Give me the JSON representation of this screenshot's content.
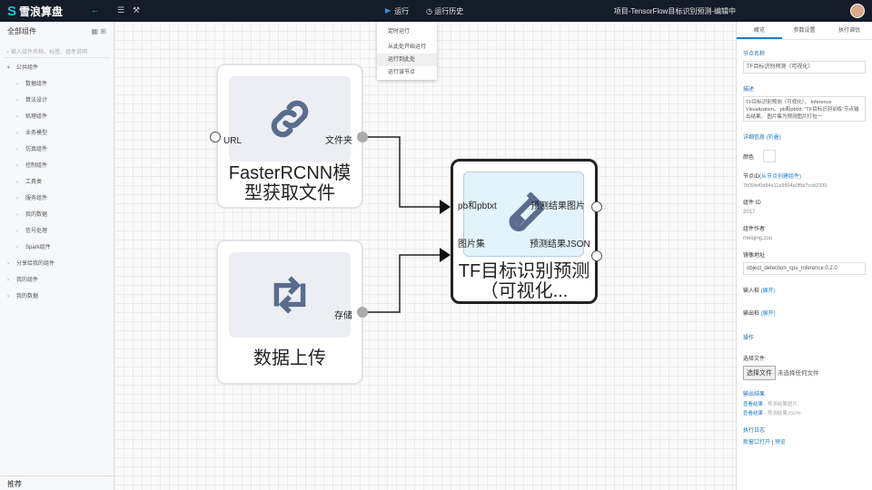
{
  "top": {
    "logo": "雪浪算盘",
    "run": "运行",
    "history": "运行历史",
    "title": "项目-TensorFlow目标识别预测-编辑中"
  },
  "run_menu": [
    "定时运行",
    "从此处开始运行",
    "运行到此处",
    "运行该节点"
  ],
  "sidebar": {
    "header": "全部组件",
    "search_placeholder": "输入组件名称、标签、组件说明",
    "root": "公共组件",
    "items": [
      "数据组件",
      "算法设计",
      "机理组件",
      "业务模型",
      "仿真组件",
      "控制组件",
      "工具类",
      "服务组件",
      "我的数据",
      "信号处理",
      "Spark组件"
    ],
    "others": [
      "分享给我的组件",
      "我的组件",
      "我的数据"
    ],
    "bottom": "推荐"
  },
  "nodes": {
    "n1": {
      "label": "FasterRCNN模型获取文件",
      "in": "URL",
      "out": "文件夹"
    },
    "n2": {
      "label": "数据上传",
      "out": "存储"
    },
    "n3": {
      "label": "TF目标识别预测（可视化...",
      "in1": "pb和pbtxt",
      "in2": "图片集",
      "out1": "预测结果图片",
      "out2": "预测结果JSON"
    }
  },
  "panel": {
    "tabs": [
      "概览",
      "参数设置",
      "执行调优"
    ],
    "name_label": "节点名称",
    "name": "TF目标识别预测（可视化）",
    "desc_label": "描述",
    "desc": "TF目标识别预测（可视化）， Inference Visualization。 pb和pbtxt: \"TF目标识别训练\"节点输出结果。 图片集为预测图片打包一",
    "detail_label": "详细信息",
    "detail_link": "(折叠)",
    "color_label": "颜色",
    "node_id_label": "节点ID",
    "node_id_link": "(从节点创建组件)",
    "node_id": "7b05fef0d84e11e9894a0f5b7ccb2339",
    "comp_id_label": "组件 ID",
    "comp_id": "2017",
    "author_label": "组件作者",
    "author": "meiqing.zou",
    "image_label": "镜像地址",
    "image": "object_detection_cpu_inference:0.2.0",
    "input_label": "输入桩",
    "input_link": "(展开)",
    "output_label": "输出桩",
    "output_link": "(展开)",
    "ops": "操作",
    "choose_label": "选择文件",
    "choose_btn": "选择文件",
    "no_file": "未选择任何文件",
    "result_label": "输出结果",
    "view": "查看结果",
    "r1": " - 预测结果图片",
    "r2": " - 预测结果JSON",
    "log_label": "执行日志",
    "log_new": "新窗口打开",
    "log_sep": "|",
    "log_preview": "预览"
  }
}
